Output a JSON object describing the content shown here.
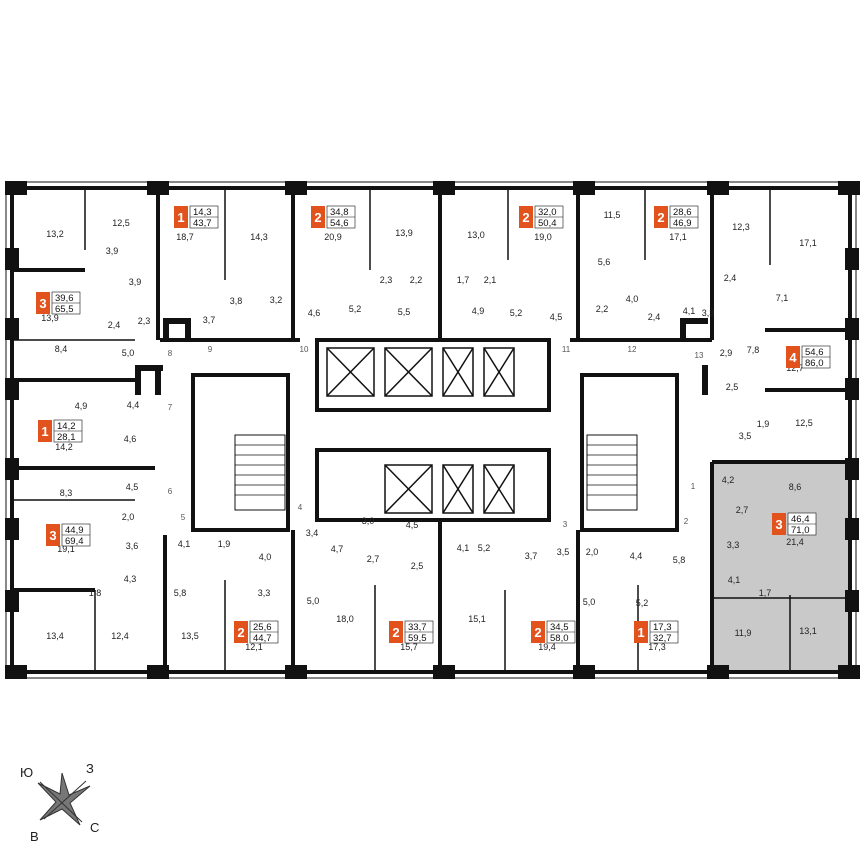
{
  "colors": {
    "accent": "#e2521d",
    "wall": "#111111",
    "highlight": "#c9c9c9"
  },
  "compass": {
    "n": "Ю",
    "e": "З",
    "s": "С",
    "w": "В"
  },
  "apartments": [
    {
      "rooms": "1",
      "living": "14,3",
      "total": "43,7"
    },
    {
      "rooms": "2",
      "living": "34,8",
      "total": "54,6"
    },
    {
      "rooms": "2",
      "living": "32,0",
      "total": "50,4"
    },
    {
      "rooms": "2",
      "living": "28,6",
      "total": "46,9"
    },
    {
      "rooms": "3",
      "living": "39,6",
      "total": "65,5"
    },
    {
      "rooms": "4",
      "living": "54,6",
      "total": "86,0"
    },
    {
      "rooms": "1",
      "living": "14,2",
      "total": "28,1"
    },
    {
      "rooms": "3",
      "living": "46,4",
      "total": "71,0"
    },
    {
      "rooms": "3",
      "living": "44,9",
      "total": "69,4"
    },
    {
      "rooms": "2",
      "living": "25,6",
      "total": "44,7"
    },
    {
      "rooms": "2",
      "living": "33,7",
      "total": "59,5"
    },
    {
      "rooms": "2",
      "living": "34,5",
      "total": "58,0"
    },
    {
      "rooms": "1",
      "living": "17,3",
      "total": "32,7"
    }
  ],
  "room_areas": [
    "13,2",
    "12,5",
    "18,7",
    "14,3",
    "20,9",
    "13,9",
    "13,0",
    "19,0",
    "11,5",
    "17,1",
    "12,3",
    "17,1",
    "3,9",
    "3,9",
    "13,9",
    "2,4",
    "2,3",
    "3,8",
    "3,2",
    "3,7",
    "2,3",
    "2,2",
    "5,2",
    "5,5",
    "4,6",
    "1,7",
    "2,1",
    "4,9",
    "5,2",
    "4,5",
    "5,6",
    "4,0",
    "2,2",
    "2,4",
    "4,1",
    "3,3",
    "2,4",
    "7,1",
    "8,4",
    "5,0",
    "12,7",
    "2,9",
    "7,8",
    "2,5",
    "4,9",
    "4,4",
    "14,2",
    "4,6",
    "3,5",
    "1,9",
    "12,5",
    "8,3",
    "4,5",
    "4,2",
    "8,6",
    "2,0",
    "2,7",
    "19,1",
    "3,6",
    "4,1",
    "1,9",
    "4,0",
    "3,4",
    "4,7",
    "3,0",
    "4,5",
    "2,7",
    "2,5",
    "4,1",
    "5,2",
    "3,7",
    "3,5",
    "2,0",
    "4,4",
    "5,8",
    "21,4",
    "3,3",
    "4,3",
    "1,8",
    "5,8",
    "3,3",
    "5,0",
    "5,0",
    "5,2",
    "4,1",
    "1,7",
    "13,4",
    "12,4",
    "13,5",
    "12,1",
    "18,0",
    "15,7",
    "15,1",
    "19,4",
    "17,3",
    "11,9",
    "13,1"
  ],
  "corridor_numbers": [
    "8",
    "9",
    "10",
    "11",
    "12",
    "13",
    "7",
    "6",
    "5",
    "4",
    "3",
    "2",
    "1"
  ]
}
